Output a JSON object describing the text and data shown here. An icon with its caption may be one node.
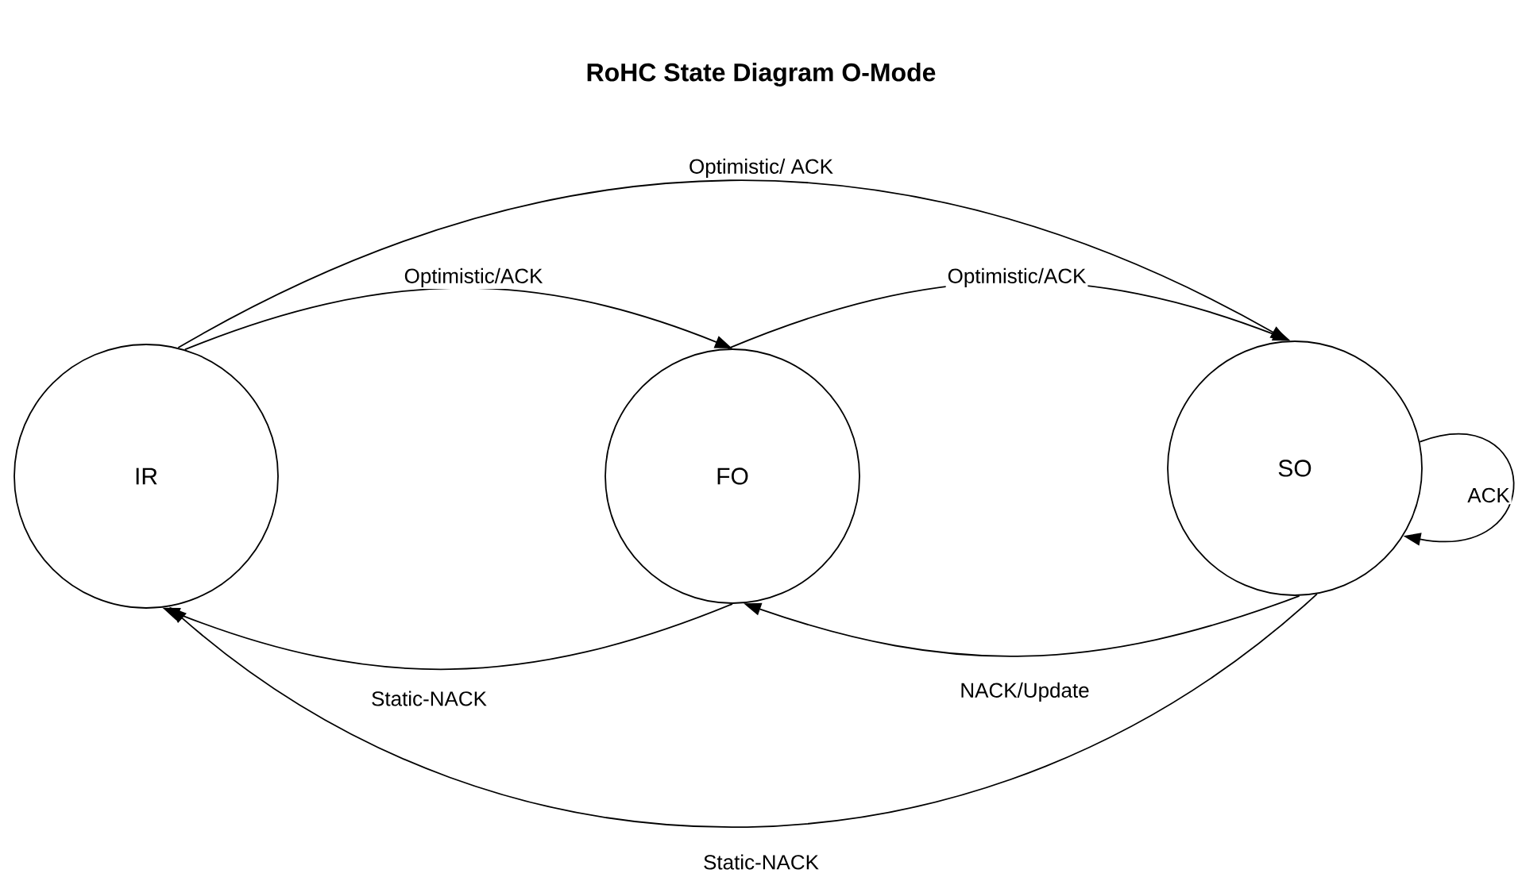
{
  "diagram": {
    "title": "RoHC State Diagram O-Mode",
    "nodes": [
      {
        "text": [
          "IR"
        ]
      },
      {
        "text": [
          "FO"
        ]
      },
      {
        "text": [
          "SO"
        ]
      }
    ],
    "edges": [
      {
        "from": 0,
        "to": 1,
        "arrow": "to",
        "label": "Optimistic/ACK"
      },
      {
        "from": 1,
        "to": 2,
        "arrow": "to",
        "label": "Optimistic/ACK"
      },
      {
        "from": 0,
        "to": 2,
        "arrow": "to",
        "label": "Optimistic/ ACK"
      },
      {
        "from": 1,
        "to": 0,
        "arrow": "to",
        "label": "Static-NACK"
      },
      {
        "from": 2,
        "to": 1,
        "arrow": "to",
        "label": "NACK/Update"
      },
      {
        "from": 2,
        "to": 0,
        "arrow": "to",
        "label": "Static-NACK"
      },
      {
        "from": 2,
        "to": 2,
        "arrow": "to",
        "label": "ACK"
      }
    ]
  }
}
